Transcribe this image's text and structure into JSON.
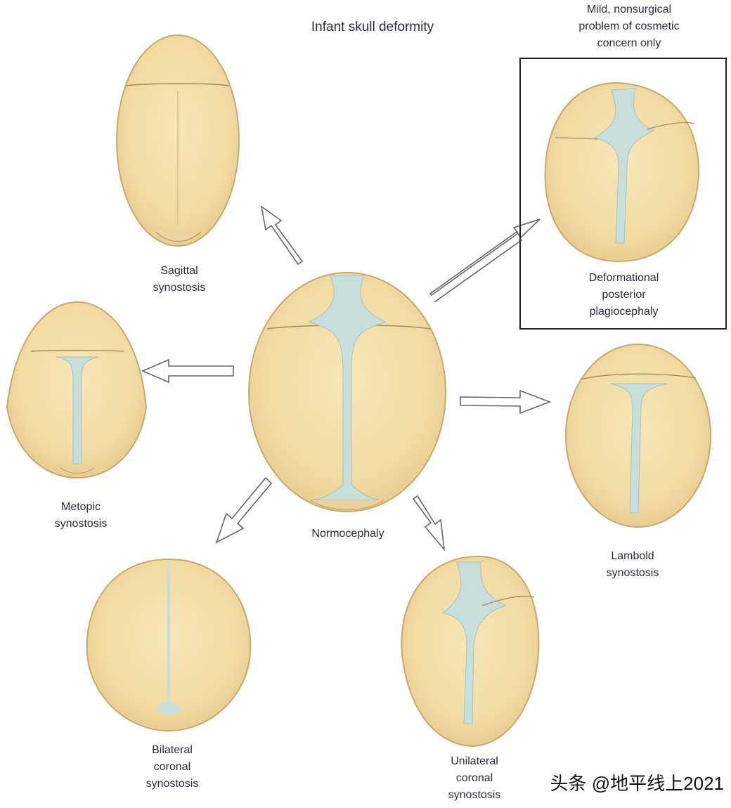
{
  "title": "Infant skull deformity",
  "note": "Mild, nonsurgical\nproblem of cosmetic\nconcern only",
  "labels": {
    "sagittal": "Sagittal\nsynostosis",
    "metopic": "Metopic\nsynostosis",
    "normocephaly": "Normocephaly",
    "bilateral": "Bilateral\ncoronal\nsynostosis",
    "unilateral": "Unilateral\ncoronal\nsynostosis",
    "lambdoid": "Lambold\nsynostosis",
    "deformational": "Deformational\nposterior\nplagiocephaly"
  },
  "watermark": "头条 @地平线上2021",
  "colors": {
    "bone": "#f3dfa9",
    "bone_dark": "#e7c98a",
    "suture": "#c9dfdd",
    "outline": "#b99a62"
  }
}
